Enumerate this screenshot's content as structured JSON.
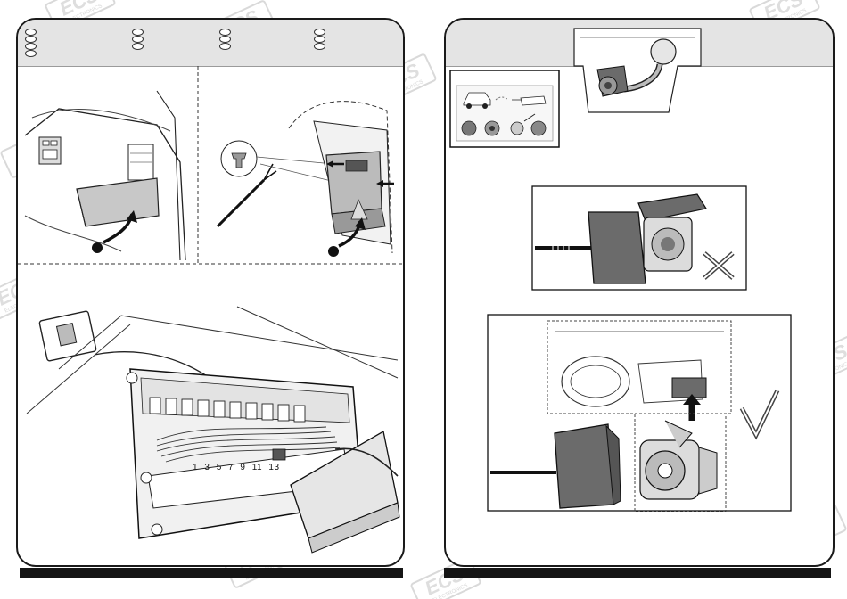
{
  "brand": {
    "watermark_text": "ECS",
    "watermark_subtext": "ELECTRONICS"
  },
  "left_page": {
    "header": {
      "language_rows": 4,
      "language_groups": 4
    },
    "step1": {
      "illustration": "glovebox-opening-icon"
    },
    "step2": {
      "illustration": "clip-removal-icon"
    },
    "step3": {
      "illustration": "fusebox-icon",
      "fuse_numbers": [
        "1",
        "3",
        "5",
        "7",
        "9",
        "11",
        "13"
      ]
    }
  },
  "right_page": {
    "header": {
      "illustration": "tow-ball-socket-icon"
    },
    "adapter_panel": {
      "illustration": "adapter-kit-icon"
    },
    "wrong_panel": {
      "mark": "cross-icon"
    },
    "right_panel": {
      "mark": "checkmark-icon"
    }
  },
  "colors": {
    "border": "#1a1a1a",
    "header_band": "#e4e4e4",
    "socket_gray": "#6b6b6b",
    "watermark": "#d6d6d6"
  }
}
